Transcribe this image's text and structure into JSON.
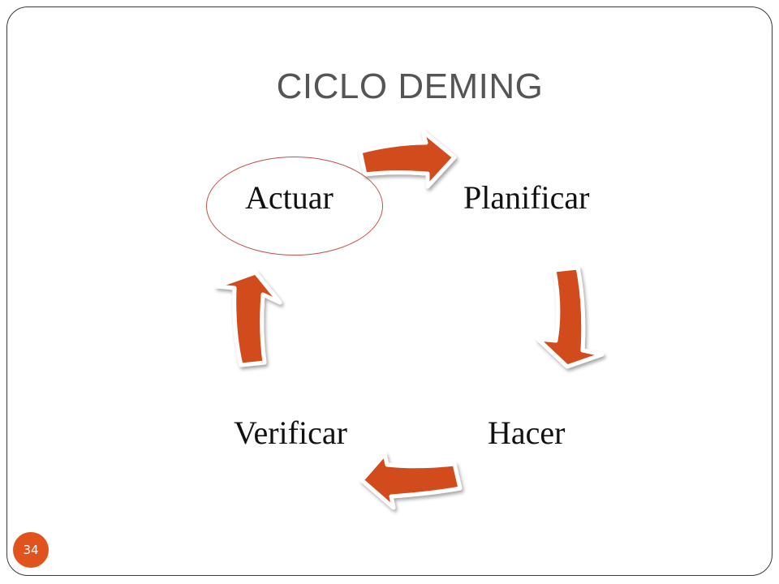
{
  "slide": {
    "title": "CICLO DEMING",
    "page_number": "34"
  },
  "cycle": {
    "steps": [
      "Planificar",
      "Hacer",
      "Verificar",
      "Actuar"
    ],
    "highlighted_step": "Actuar"
  },
  "colors": {
    "arrow_fill": "#d14b1b",
    "arrow_outline": "#ffffff",
    "highlight_ring": "#c0504d",
    "title_text": "#555555",
    "badge": "#e0531d"
  }
}
